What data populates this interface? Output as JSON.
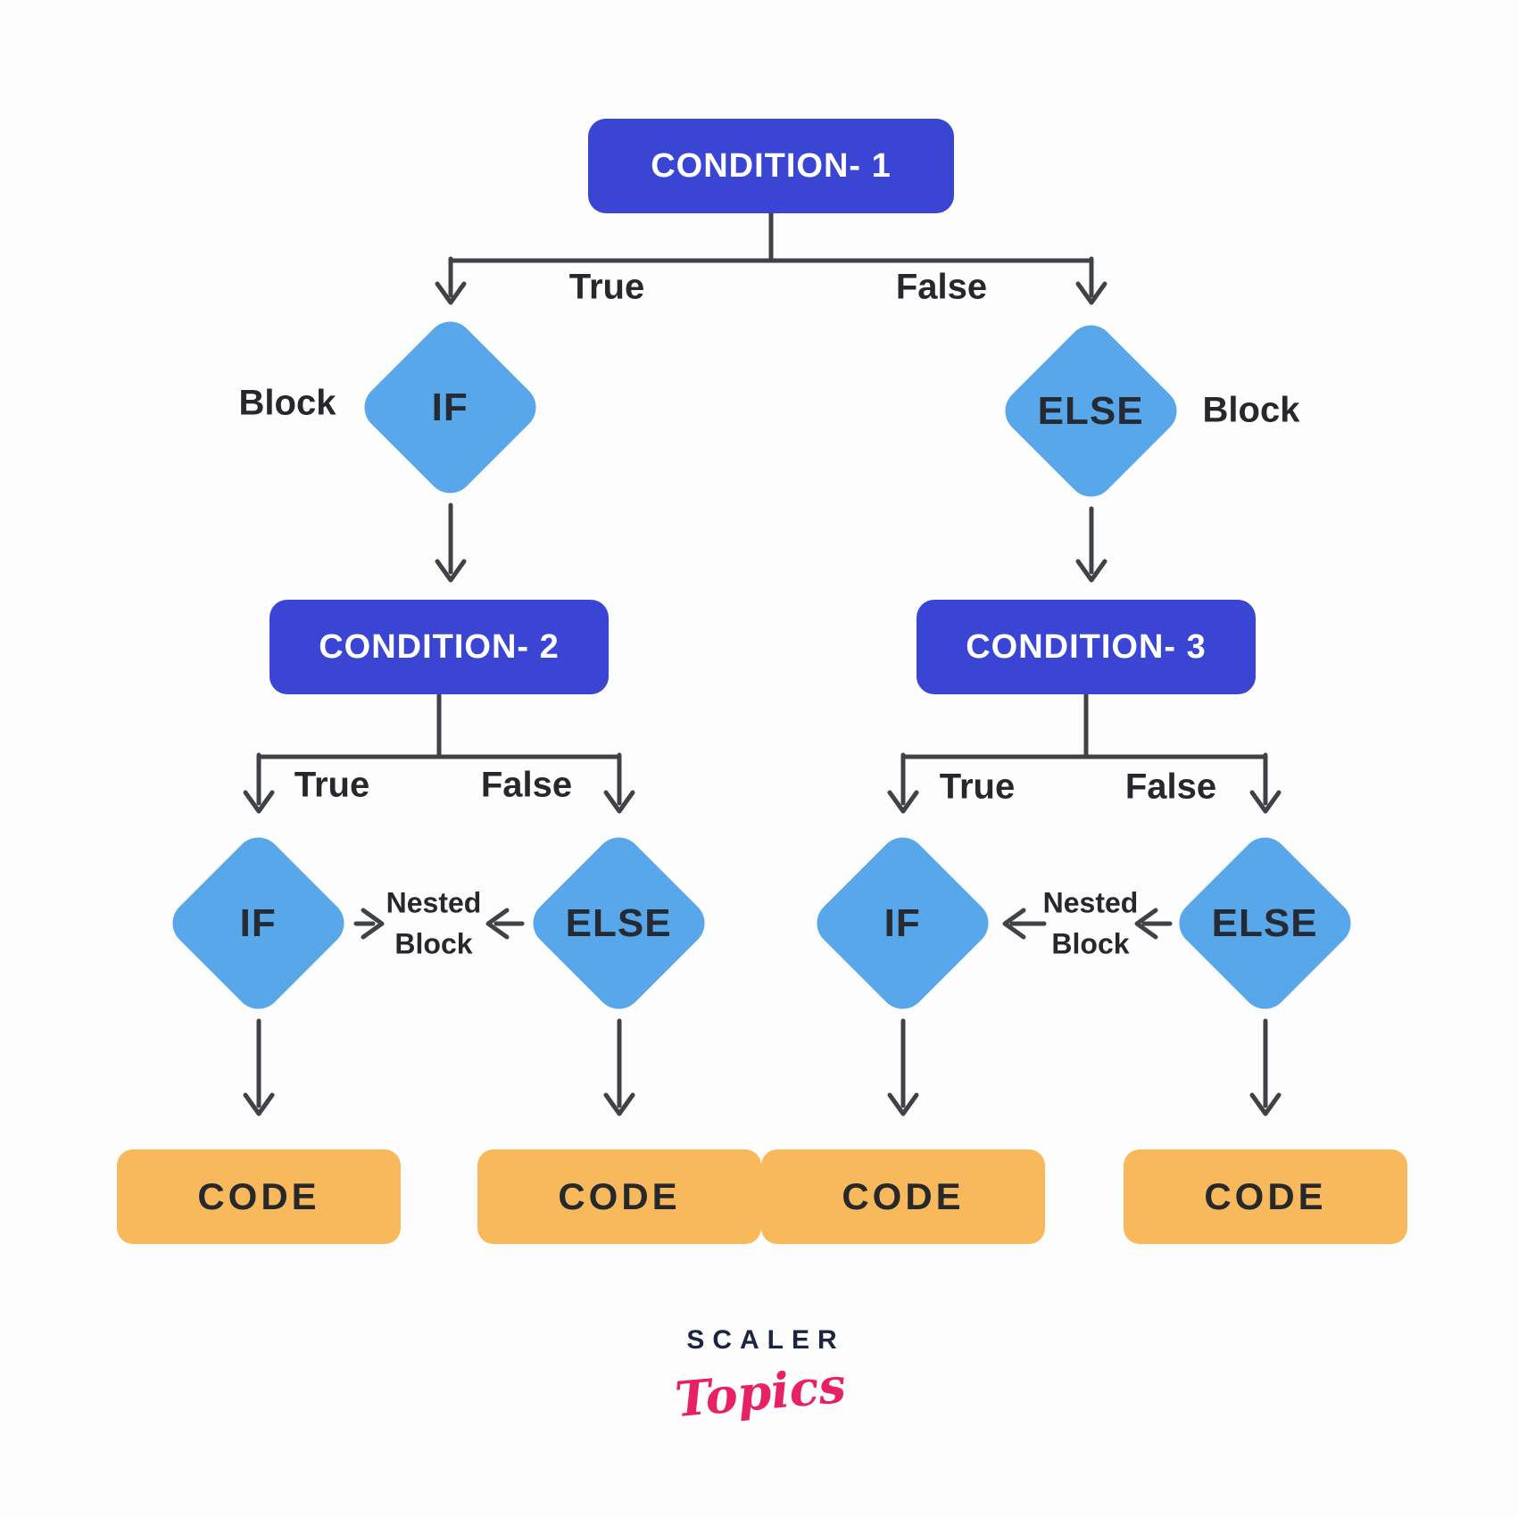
{
  "nodes": {
    "condition_1": "CONDITION- 1",
    "condition_2": "CONDITION- 2",
    "condition_3": "CONDITION- 3",
    "if": "IF",
    "else": "ELSE",
    "code": "CODE"
  },
  "labels": {
    "true": "True",
    "false": "False",
    "block": "Block",
    "nested": "Nested"
  },
  "logo": {
    "brand": "SCALER",
    "product": "Topics"
  },
  "colors": {
    "condition_fill": "#3a45d4",
    "diamond_fill": "#58a7ea",
    "code_fill": "#f8b95c",
    "connector": "#3f4347",
    "text_dark": "#26282b",
    "text_on_condition": "#ffffff",
    "logo_navy": "#1b2440",
    "logo_pink": "#e82163"
  }
}
